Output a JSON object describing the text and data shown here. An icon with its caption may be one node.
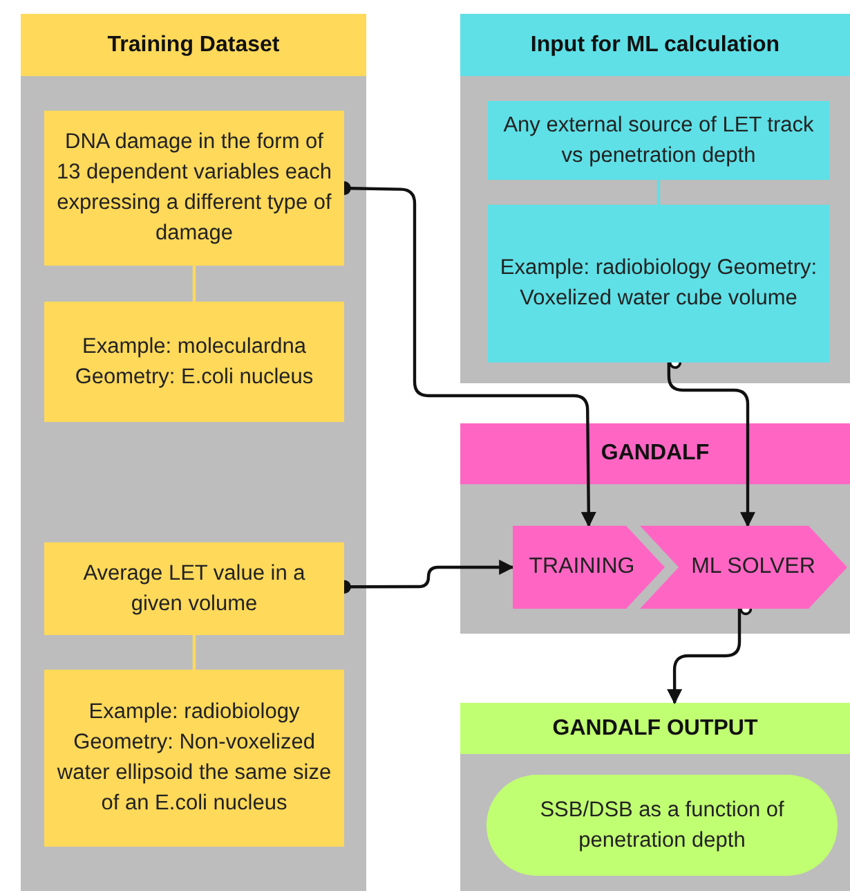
{
  "diagram": {
    "nodes": [
      {
        "text": [
          "Training Dataset"
        ]
      },
      {
        "text": [
          "DNA damage in the form of 13 dependent variables each expressing a different type of damage"
        ],
        "in": 0
      },
      {
        "text": [
          "Example: moleculardna Geometry: E.coli nucleus"
        ],
        "in": 0
      },
      {
        "text": [
          "Average LET value in a given volume"
        ],
        "in": 0
      },
      {
        "text": [
          "Example: radiobiology Geometry: Non-voxelized water ellipsoid the same size of an E.coli nucleus"
        ],
        "in": 0
      },
      {
        "text": [
          "Input for ML calculation"
        ]
      },
      {
        "text": [
          "Any external source of LET track vs penetration depth"
        ],
        "in": 5
      },
      {
        "text": [
          "Example: radiobiology Geometry: Voxelized water cube volume"
        ],
        "in": 5
      },
      {
        "text": [
          "GANDALF"
        ]
      },
      {
        "text": [
          "TRAINING"
        ],
        "in": 8
      },
      {
        "text": [
          "ML SOLVER"
        ],
        "in": 8
      },
      {
        "text": [
          "GANDALF OUTPUT"
        ]
      },
      {
        "text": [
          "SSB/DSB as a function of penetration depth"
        ],
        "in": 11
      }
    ],
    "edges": [
      {
        "from": 1,
        "to": 9,
        "arrow": "to"
      },
      {
        "from": 3,
        "to": 9,
        "arrow": "to"
      },
      {
        "from": 7,
        "to": 10,
        "arrow": "to"
      },
      {
        "from": 10,
        "to": 11,
        "arrow": "to"
      },
      {
        "from": 1,
        "to": 2,
        "arrow": "none",
        "color": "#ffd95a"
      },
      {
        "from": 3,
        "to": 4,
        "arrow": "none",
        "color": "#ffd95a"
      },
      {
        "from": 6,
        "to": 7,
        "arrow": "none",
        "color": "#5ee0e6"
      }
    ]
  }
}
